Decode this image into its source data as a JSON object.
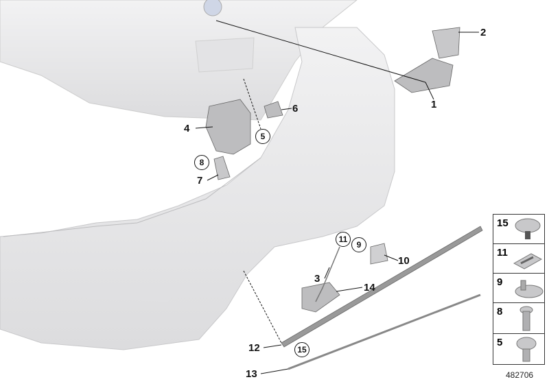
{
  "diagram": {
    "callouts": [
      {
        "id": "1",
        "style": "plain"
      },
      {
        "id": "2",
        "style": "plain"
      },
      {
        "id": "3",
        "style": "plain"
      },
      {
        "id": "4",
        "style": "plain"
      },
      {
        "id": "5",
        "style": "circled"
      },
      {
        "id": "6",
        "style": "plain"
      },
      {
        "id": "7",
        "style": "plain"
      },
      {
        "id": "8",
        "style": "circled"
      },
      {
        "id": "9",
        "style": "circled"
      },
      {
        "id": "10",
        "style": "plain"
      },
      {
        "id": "11",
        "style": "circled"
      },
      {
        "id": "12",
        "style": "plain"
      },
      {
        "id": "13",
        "style": "plain"
      },
      {
        "id": "14",
        "style": "plain"
      },
      {
        "id": "15",
        "style": "circled"
      }
    ],
    "legend": [
      {
        "id": "15",
        "icon": "clip-icon"
      },
      {
        "id": "11",
        "icon": "bracket-nut-icon"
      },
      {
        "id": "9",
        "icon": "grommet-icon"
      },
      {
        "id": "8",
        "icon": "screw-icon"
      },
      {
        "id": "5",
        "icon": "bolt-icon"
      },
      {
        "id": "",
        "icon": "direction-arrow-icon"
      }
    ],
    "part_number": "482706"
  }
}
